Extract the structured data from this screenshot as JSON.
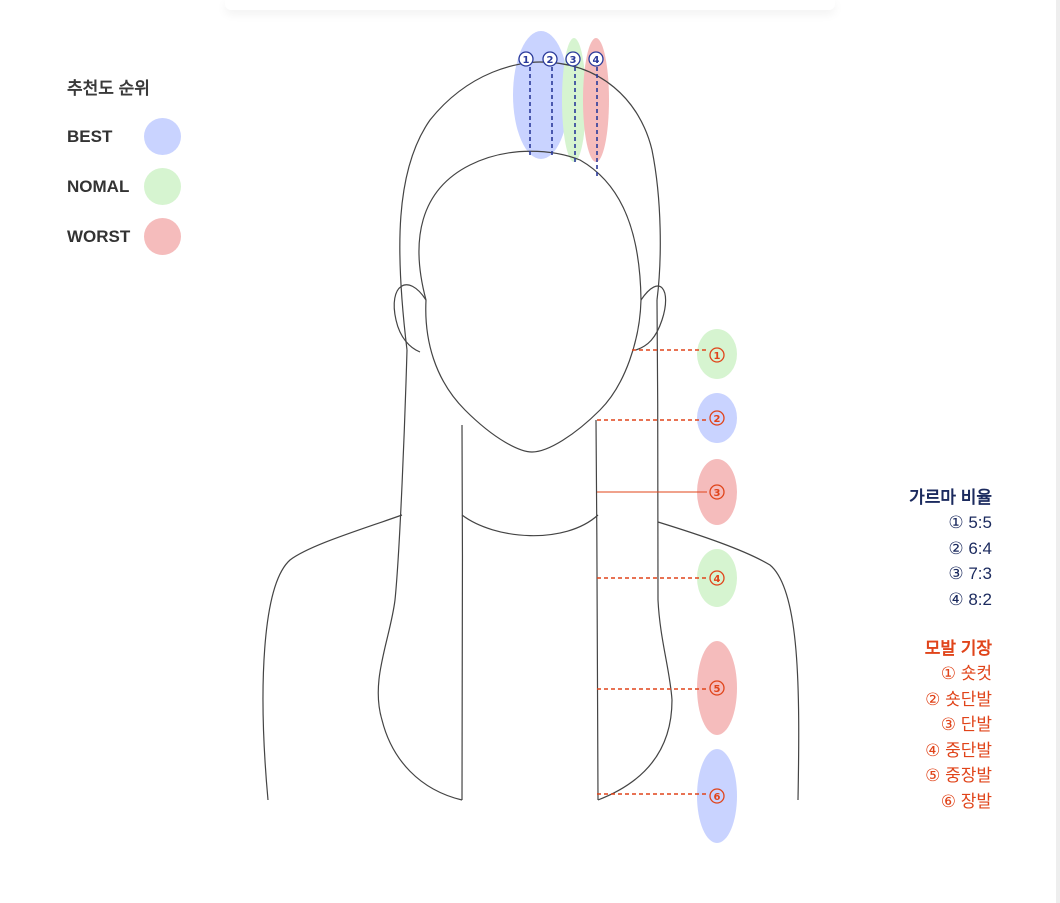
{
  "legend": {
    "title": "추천도 순위",
    "items": [
      {
        "key": "best",
        "label": "BEST",
        "color": "#c9d3ff"
      },
      {
        "key": "nomal",
        "label": "NOMAL",
        "color": "#d6f4d0"
      },
      {
        "key": "worst",
        "label": "WORST",
        "color": "#f5bcbc"
      }
    ]
  },
  "parting": {
    "title": "가르마 비율",
    "color": "#1b2a5e",
    "items": [
      {
        "num": "①",
        "ratio": "5:5",
        "text": "① 5:5",
        "rank": "best"
      },
      {
        "num": "②",
        "ratio": "6:4",
        "text": "② 6:4",
        "rank": "best"
      },
      {
        "num": "③",
        "ratio": "7:3",
        "text": "③ 7:3",
        "rank": "nomal"
      },
      {
        "num": "④",
        "ratio": "8:2",
        "text": "④ 8:2",
        "rank": "worst"
      }
    ]
  },
  "length": {
    "title": "모발 기장",
    "color": "#e0441a",
    "items": [
      {
        "num": "①",
        "name": "숏컷",
        "text": "① 숏컷",
        "rank": "nomal"
      },
      {
        "num": "②",
        "name": "숏단발",
        "text": "② 숏단발",
        "rank": "best"
      },
      {
        "num": "③",
        "name": "단발",
        "text": "③ 단발",
        "rank": "worst"
      },
      {
        "num": "④",
        "name": "중단발",
        "text": "④ 중단발",
        "rank": "nomal"
      },
      {
        "num": "⑤",
        "name": "중장발",
        "text": "⑤ 중장발",
        "rank": "worst"
      },
      {
        "num": "⑥",
        "name": "장발",
        "text": "⑥ 장발",
        "rank": "best"
      }
    ]
  },
  "colors": {
    "outline": "#444444",
    "parting_marker": "#2a3a9a",
    "length_marker": "#e0441a"
  }
}
